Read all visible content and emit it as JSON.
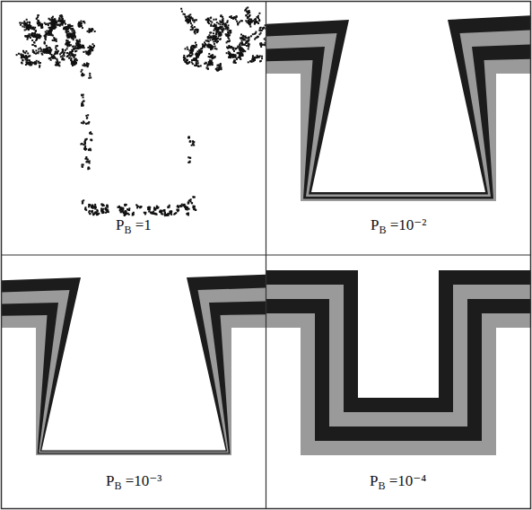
{
  "diagram": {
    "labels": [
      "PB =1",
      "PB =10⁻²",
      "PB =10⁻³",
      "PB =10⁻⁴"
    ]
  }
}
